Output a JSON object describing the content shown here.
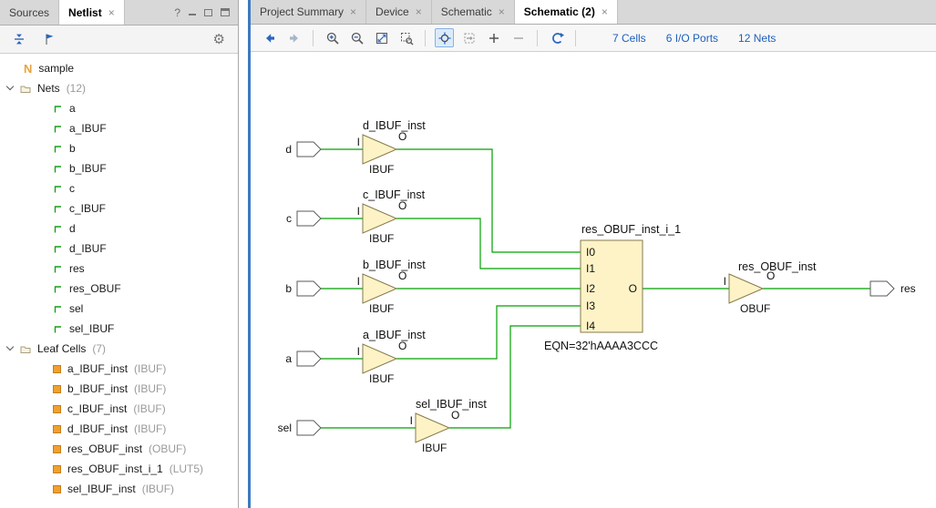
{
  "icons": {
    "help": "?",
    "gear": "⚙",
    "close": "×"
  },
  "left_panel": {
    "tabs": {
      "sources": "Sources",
      "netlist": "Netlist"
    },
    "tree": {
      "root": "sample",
      "groups": [
        {
          "label": "Nets",
          "count": "(12)"
        },
        {
          "label": "Leaf Cells",
          "count": "(7)"
        }
      ],
      "nets": [
        "a",
        "a_IBUF",
        "b",
        "b_IBUF",
        "c",
        "c_IBUF",
        "d",
        "d_IBUF",
        "res",
        "res_OBUF",
        "sel",
        "sel_IBUF"
      ],
      "cells": [
        {
          "name": "a_IBUF_inst",
          "type": "(IBUF)"
        },
        {
          "name": "b_IBUF_inst",
          "type": "(IBUF)"
        },
        {
          "name": "c_IBUF_inst",
          "type": "(IBUF)"
        },
        {
          "name": "d_IBUF_inst",
          "type": "(IBUF)"
        },
        {
          "name": "res_OBUF_inst",
          "type": "(OBUF)"
        },
        {
          "name": "res_OBUF_inst_i_1",
          "type": "(LUT5)"
        },
        {
          "name": "sel_IBUF_inst",
          "type": "(IBUF)"
        }
      ]
    }
  },
  "right_panel": {
    "tabs": [
      "Project Summary",
      "Device",
      "Schematic",
      "Schematic (2)"
    ],
    "toolbar": {
      "cells": "7 Cells",
      "io_ports": "6 I/O Ports",
      "nets": "12 Nets"
    }
  },
  "schematic": {
    "inputs": [
      "d",
      "c",
      "b",
      "a",
      "sel"
    ],
    "output": "res",
    "buffers": [
      {
        "name": "d_IBUF_inst",
        "type": "IBUF",
        "pin_in": "I",
        "pin_out": "O"
      },
      {
        "name": "c_IBUF_inst",
        "type": "IBUF",
        "pin_in": "I",
        "pin_out": "O"
      },
      {
        "name": "b_IBUF_inst",
        "type": "IBUF",
        "pin_in": "I",
        "pin_out": "O"
      },
      {
        "name": "a_IBUF_inst",
        "type": "IBUF",
        "pin_in": "I",
        "pin_out": "O"
      },
      {
        "name": "sel_IBUF_inst",
        "type": "IBUF",
        "pin_in": "I",
        "pin_out": "O"
      }
    ],
    "lut": {
      "name": "res_OBUF_inst_i_1",
      "pins": [
        "I0",
        "I1",
        "I2",
        "I3",
        "I4"
      ],
      "pin_out": "O",
      "eqn": "EQN=32'hAAAA3CCC"
    },
    "obuf": {
      "name": "res_OBUF_inst",
      "type": "OBUF",
      "pin_in": "I",
      "pin_out": "O"
    }
  }
}
